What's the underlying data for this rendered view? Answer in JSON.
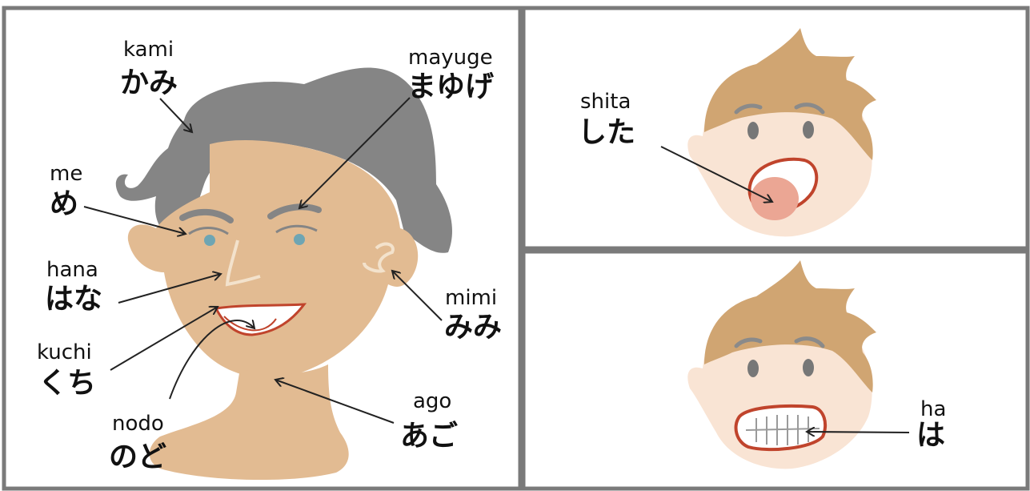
{
  "labels": {
    "kami": {
      "romaji": "kami",
      "kana": "かみ"
    },
    "mayuge": {
      "romaji": "mayuge",
      "kana": "まゆげ"
    },
    "me": {
      "romaji": "me",
      "kana": "め"
    },
    "hana": {
      "romaji": "hana",
      "kana": "はな"
    },
    "mimi": {
      "romaji": "mimi",
      "kana": "みみ"
    },
    "kuchi": {
      "romaji": "kuchi",
      "kana": "くち"
    },
    "ago": {
      "romaji": "ago",
      "kana": "あご"
    },
    "nodo": {
      "romaji": "nodo",
      "kana": "のど"
    },
    "shita": {
      "romaji": "shita",
      "kana": "した"
    },
    "ha": {
      "romaji": "ha",
      "kana": "は"
    }
  },
  "colors": {
    "border": "#7a7a7a",
    "hair_gray": "#858585",
    "skin_woman": "#e2bb92",
    "skin_boy": "#f9e4d4",
    "hair_boy": "#d0a572",
    "lips": "#c0442c",
    "tongue": "#eba694",
    "eye": "#6ea5b3"
  }
}
